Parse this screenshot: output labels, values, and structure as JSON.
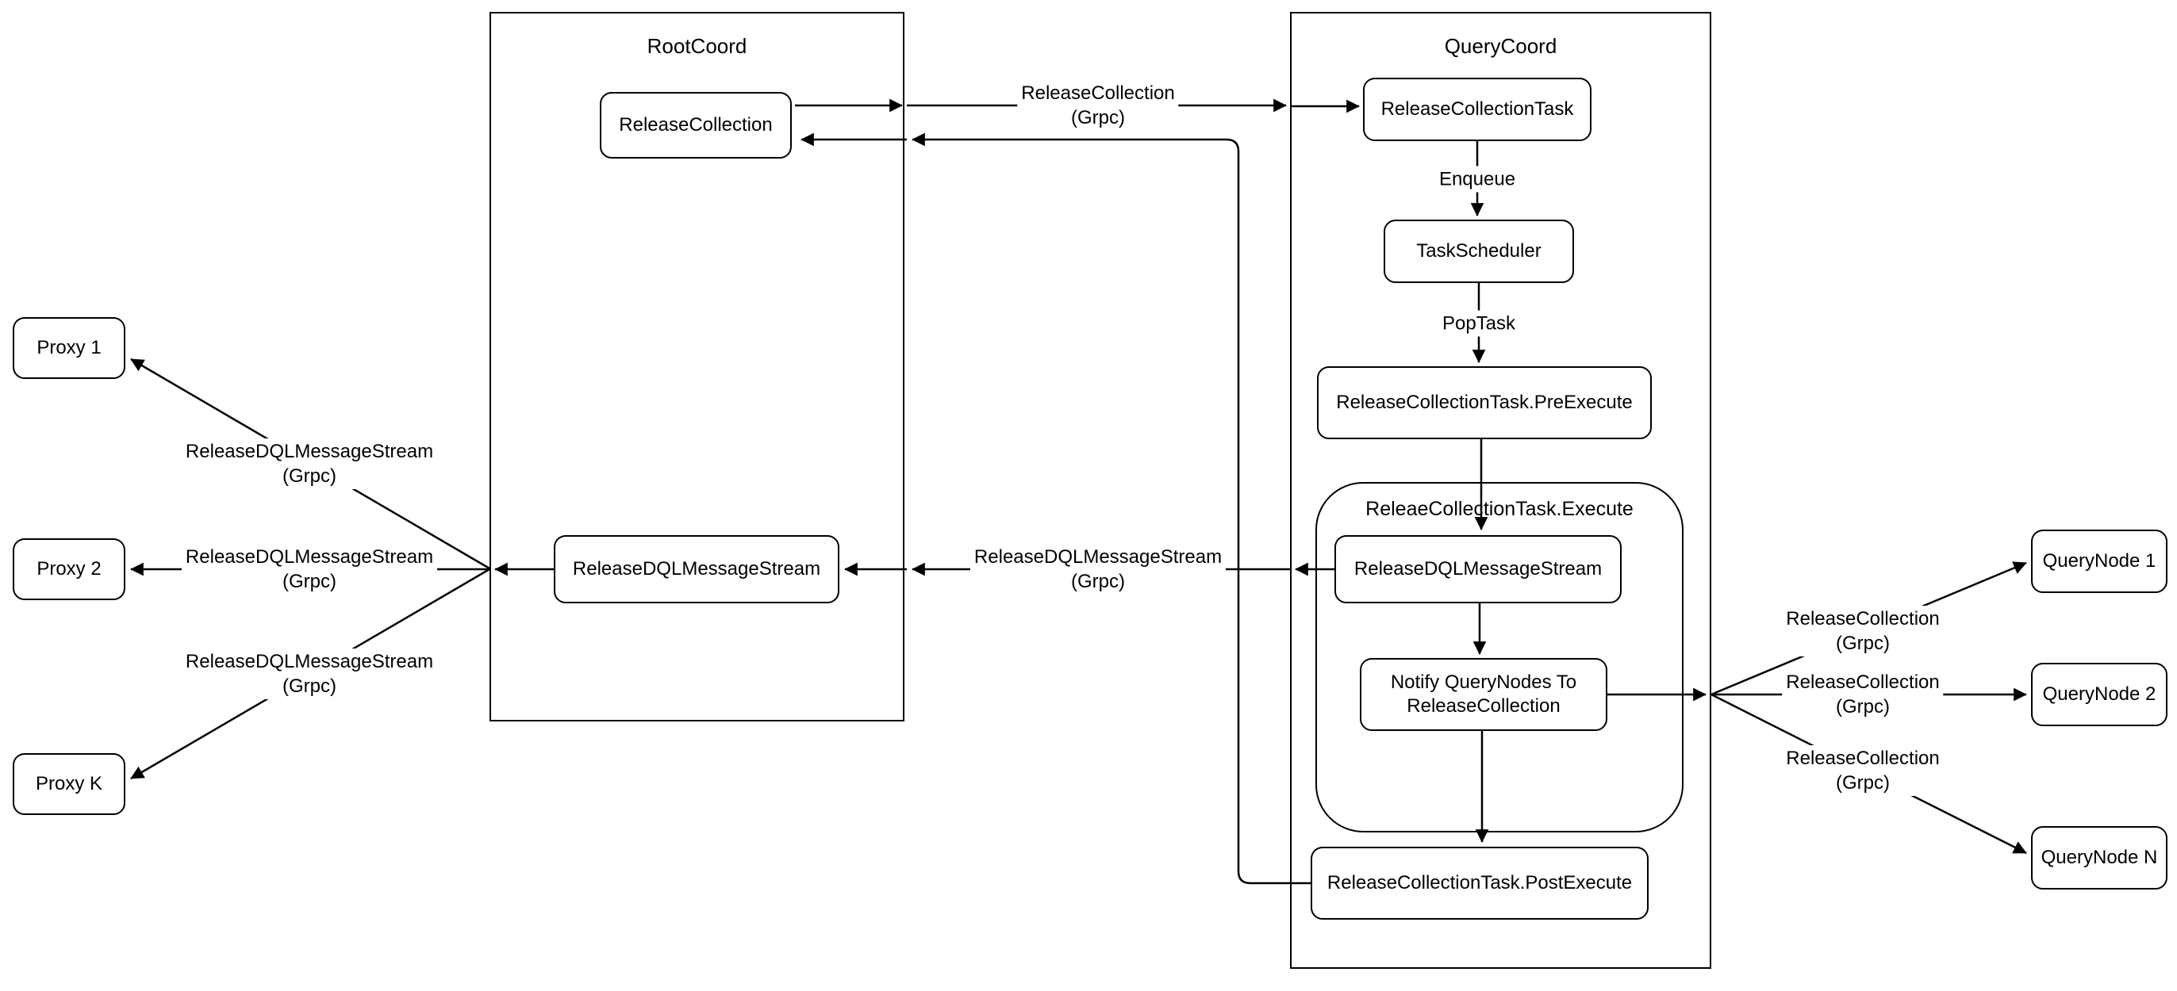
{
  "diagram": {
    "containers": [
      {
        "title": "RootCoord"
      },
      {
        "title": "QueryCoord"
      },
      {
        "title": "ReleaeCollectionTask.Execute"
      }
    ],
    "nodes": [
      {
        "label": "Proxy 1"
      },
      {
        "label": "Proxy 2"
      },
      {
        "label": "Proxy K"
      },
      {
        "label": "ReleaseCollection"
      },
      {
        "label": "ReleaseDQLMessageStream"
      },
      {
        "label": "ReleaseCollectionTask"
      },
      {
        "label": "TaskScheduler"
      },
      {
        "label": "ReleaseCollectionTask.PreExecute"
      },
      {
        "label": "ReleaseDQLMessageStream"
      },
      {
        "label": "Notify QueryNodes To ReleaseCollection"
      },
      {
        "label": "ReleaseCollectionTask.PostExecute"
      },
      {
        "label": "QueryNode 1"
      },
      {
        "label": "QueryNode 2"
      },
      {
        "label": "QueryNode N"
      }
    ],
    "edge_labels": [
      {
        "lines": [
          "ReleaseCollection",
          "(Grpc)"
        ]
      },
      {
        "lines": [
          "Enqueue"
        ]
      },
      {
        "lines": [
          "PopTask"
        ]
      },
      {
        "lines": [
          "ReleaseDQLMessageStream",
          "(Grpc)"
        ]
      },
      {
        "lines": [
          "ReleaseDQLMessageStream",
          "(Grpc)"
        ]
      },
      {
        "lines": [
          "ReleaseDQLMessageStream",
          "(Grpc)"
        ]
      },
      {
        "lines": [
          "ReleaseDQLMessageStream",
          "(Grpc)"
        ]
      },
      {
        "lines": [
          "ReleaseCollection",
          "(Grpc)"
        ]
      },
      {
        "lines": [
          "ReleaseCollection",
          "(Grpc)"
        ]
      },
      {
        "lines": [
          "ReleaseCollection",
          "(Grpc)"
        ]
      }
    ],
    "edge_color": "#000000",
    "background": "#ffffff"
  }
}
